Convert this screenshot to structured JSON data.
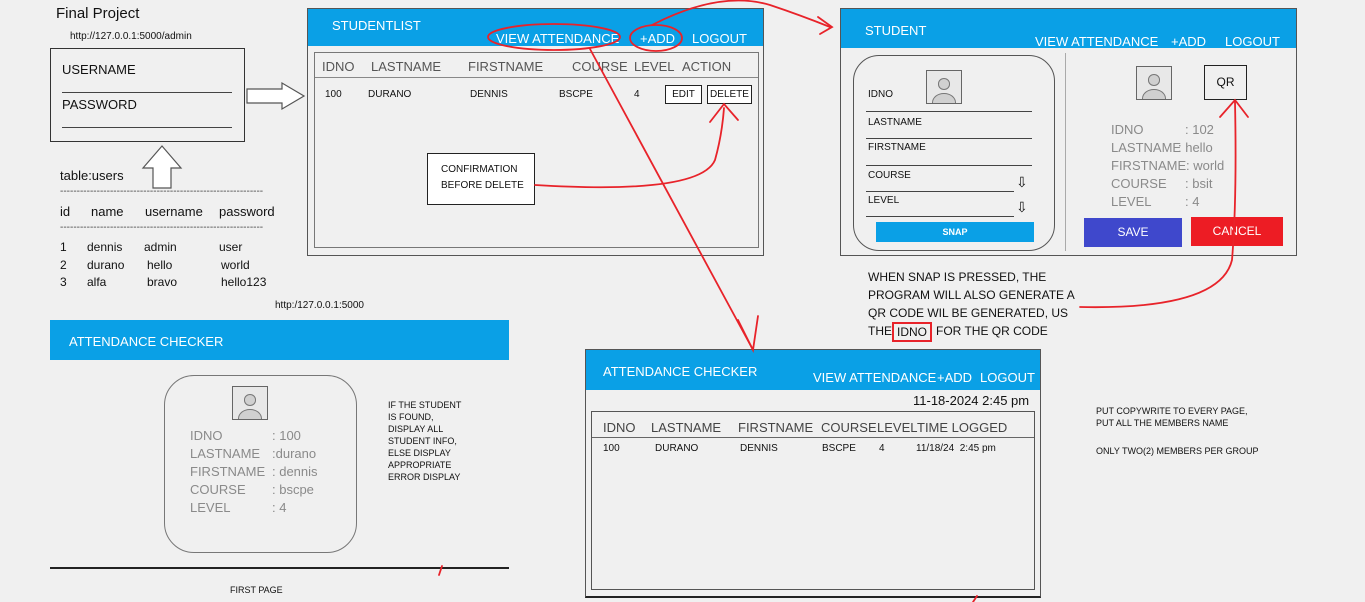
{
  "project": {
    "title": "Final Project",
    "admin_url": "http://127.0.0.1:5000/admin",
    "root_url": "http:/127.0.0.1:5000"
  },
  "login": {
    "username_label": "USERNAME",
    "password_label": "PASSWORD"
  },
  "users_table": {
    "title": "table:users",
    "separator": "-------------------------------------------------------------",
    "headers": [
      "id",
      "name",
      "username",
      "password"
    ],
    "rows": [
      [
        "1",
        "dennis",
        "admin",
        "user"
      ],
      [
        "2",
        "durano",
        "hello",
        "world"
      ],
      [
        "3",
        "alfa",
        "bravo",
        "hello123"
      ]
    ]
  },
  "studentlist": {
    "title": "STUDENTLIST",
    "nav": {
      "view_attendance": "VIEW ATTENDANCE",
      "add": "+ADD",
      "logout": "LOGOUT"
    },
    "headers": [
      "IDNO",
      "LASTNAME",
      "FIRSTNAME",
      "COURSE",
      "LEVEL",
      "ACTION"
    ],
    "row": {
      "idno": "100",
      "lastname": "DURANO",
      "firstname": "DENNIS",
      "course": "BSCPE",
      "level": "4"
    },
    "edit_label": "EDIT",
    "delete_label": "DELETE",
    "note": [
      "CONFIRMATION",
      "BEFORE DELETE"
    ]
  },
  "student_form": {
    "title": "STUDENT",
    "nav": {
      "view_attendance": "VIEW ATTENDANCE",
      "add": "+ADD",
      "logout": "LOGOUT"
    },
    "fields": {
      "idno": "IDNO",
      "lastname": "LASTNAME",
      "firstname": "FIRSTNAME",
      "course": "COURSE",
      "level": "LEVEL"
    },
    "snap_label": "SNAP",
    "qr_label": "QR",
    "preview": [
      {
        "label": "IDNO",
        "value": ": 102"
      },
      {
        "label": "LASTNAME",
        "value": ": hello"
      },
      {
        "label": "FIRSTNAME",
        "value": ": world"
      },
      {
        "label": "COURSE",
        "value": ": bsit"
      },
      {
        "label": "LEVEL",
        "value": ": 4"
      }
    ],
    "save_label": "SAVE",
    "cancel_label": "CANCEL",
    "colors": {
      "save": "#3f48cc",
      "cancel": "#ed1c24",
      "snap": "#0aa0e6"
    }
  },
  "snap_note": [
    "WHEN SNAP IS PRESSED, THE",
    "PROGRAM WILL ALSO GENERATE A",
    "QR CODE WIL BE GENERATED, US",
    "THE",
    "IDNO",
    "FOR THE QR CODE"
  ],
  "checker_left": {
    "title": "ATTENDANCE CHECKER",
    "fields": [
      {
        "label": "IDNO",
        "value": ": 100"
      },
      {
        "label": "LASTNAME",
        "value": ":durano"
      },
      {
        "label": "FIRSTNAME",
        "value": ": dennis"
      },
      {
        "label": "COURSE",
        "value": ": bscpe"
      },
      {
        "label": "LEVEL",
        "value": ": 4"
      }
    ],
    "note": [
      "IF THE STUDENT",
      "IS FOUND,",
      "DISPLAY ALL",
      "STUDENT INFO,",
      "ELSE DISPLAY",
      "APPROPRIATE",
      "ERROR DISPLAY"
    ],
    "caption": "FIRST PAGE"
  },
  "checker_right": {
    "title": "ATTENDANCE CHECKER",
    "nav": {
      "view_attendance": "VIEW ATTENDANCE",
      "add": "+ADD",
      "logout": "LOGOUT"
    },
    "datetime": "11-18-2024 2:45 pm",
    "headers": [
      "IDNO",
      "LASTNAME",
      "FIRSTNAME",
      "COURSE",
      "LEVEL",
      "TIME LOGGED"
    ],
    "row": {
      "idno": "100",
      "lastname": "DURANO",
      "firstname": "DENNIS",
      "course": "BSCPE",
      "level": "4",
      "time": "11/18/24  2:45 pm"
    }
  },
  "requirements": [
    "PUT COPYWRITE TO EVERY PAGE,",
    "PUT ALL THE MEMBERS NAME",
    "ONLY TWO(2) MEMBERS PER GROUP"
  ],
  "annotation_color": "#e8232a"
}
